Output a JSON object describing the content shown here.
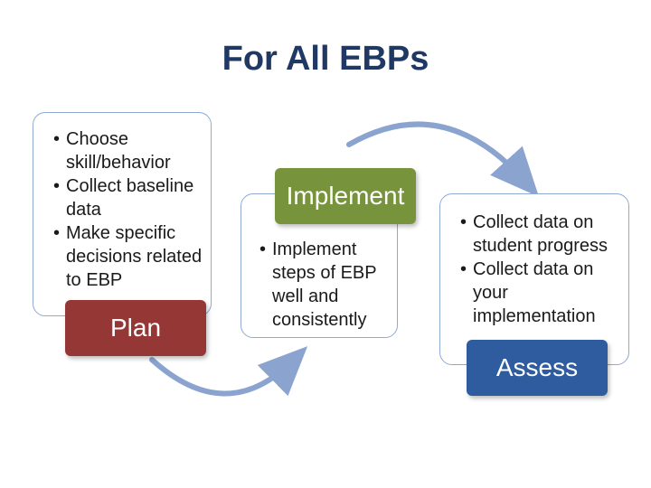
{
  "title": "For All EBPs",
  "stages": [
    {
      "label": "Plan",
      "color": "#953735",
      "bullets": [
        "Choose skill/behavior",
        "Collect baseline data",
        "Make specific decisions related to EBP"
      ]
    },
    {
      "label": "Implement",
      "color": "#77933c",
      "bullets": [
        "Implement steps of EBP well and consistently"
      ]
    },
    {
      "label": "Assess",
      "color": "#2e5c9e",
      "bullets": [
        "Collect data on student progress",
        "Collect data on your implementation"
      ]
    }
  ],
  "bullet_char": "•",
  "arrow_color": "#8aa4cf"
}
